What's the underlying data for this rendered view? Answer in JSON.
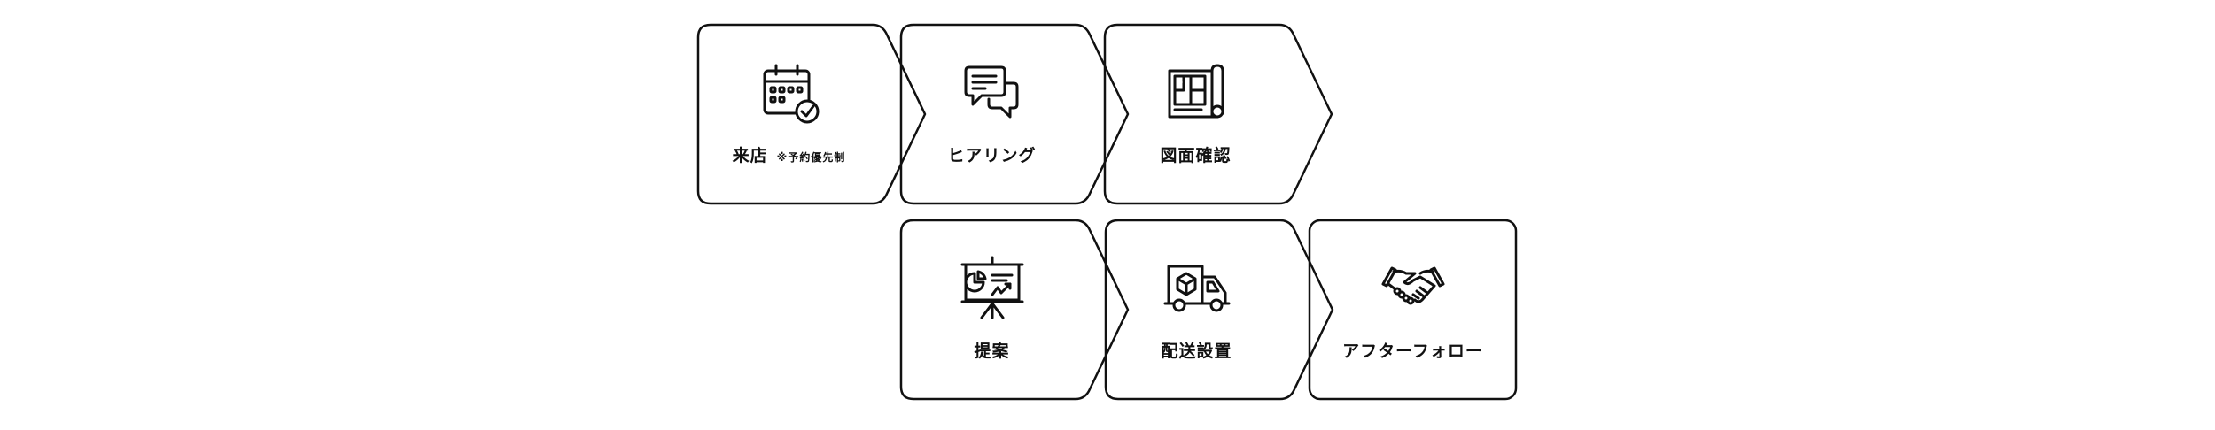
{
  "steps": [
    {
      "label": "来店",
      "note": "※予約優先制",
      "icon": "calendar-check-icon"
    },
    {
      "label": "ヒアリング",
      "icon": "chat-bubbles-icon"
    },
    {
      "label": "図面確認",
      "icon": "blueprint-icon"
    },
    {
      "label": "提案",
      "icon": "presentation-board-icon"
    },
    {
      "label": "配送設置",
      "icon": "delivery-truck-icon"
    },
    {
      "label": "アフターフォロー",
      "icon": "handshake-icon"
    }
  ],
  "colors": {
    "stroke": "#111111",
    "background": "#ffffff"
  }
}
